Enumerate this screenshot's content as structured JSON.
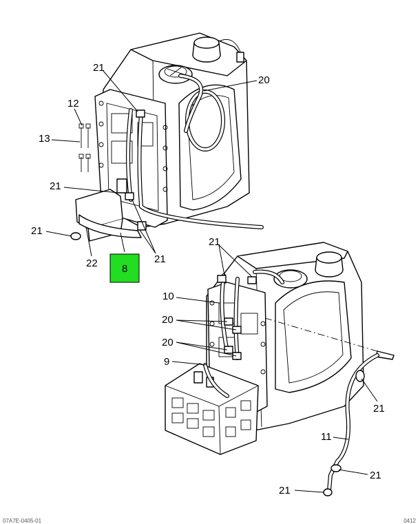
{
  "callouts": {
    "c21a": "21",
    "c20a": "20",
    "c12": "12",
    "c13": "13",
    "c21b": "21",
    "c21c": "21",
    "c22": "22",
    "c8": "8",
    "c21d": "21",
    "c21e": "21",
    "c10": "10",
    "c20b": "20",
    "c20c": "20",
    "c9": "9",
    "c21f": "21",
    "c11": "11",
    "c21g": "21",
    "c21h": "21"
  },
  "footer": {
    "left": "07A7E-0405-01",
    "right": "0412"
  },
  "colors": {
    "highlight": "#22dd22",
    "line": "#000000"
  }
}
